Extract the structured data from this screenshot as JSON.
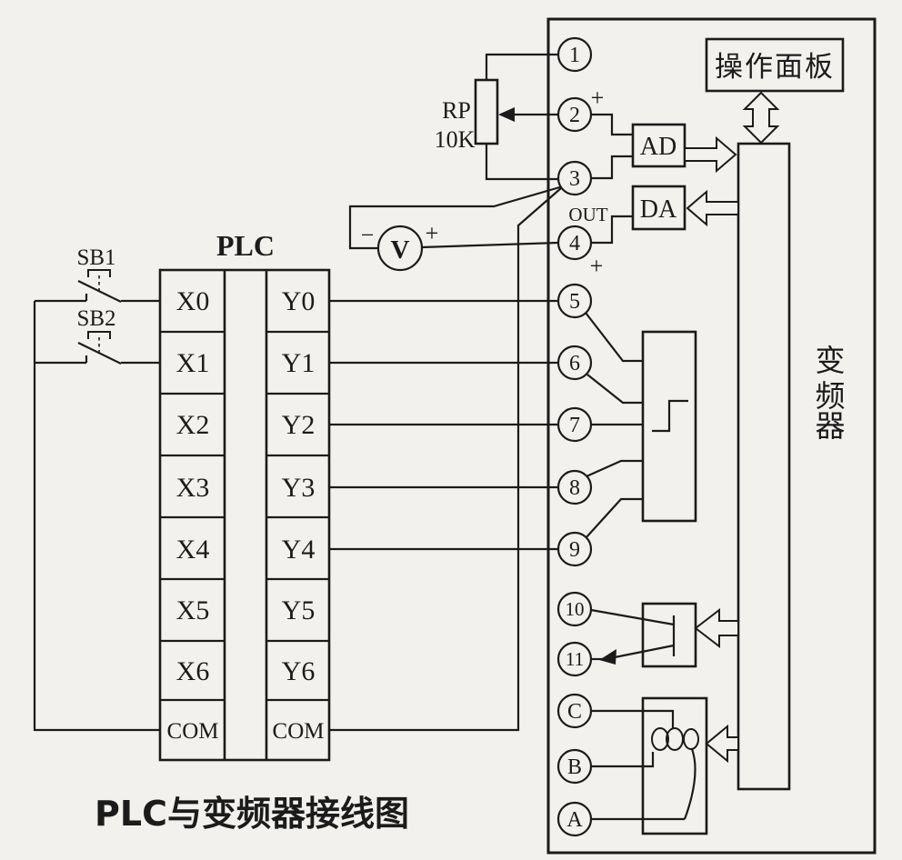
{
  "title": "PLC与变频器接线图",
  "plc": {
    "label": "PLC",
    "x_labels": [
      "X0",
      "X1",
      "X2",
      "X3",
      "X4",
      "X5",
      "X6",
      "COM"
    ],
    "y_labels": [
      "Y0",
      "Y1",
      "Y2",
      "Y3",
      "Y4",
      "Y5",
      "Y6",
      "COM"
    ]
  },
  "buttons": {
    "sb1": "SB1",
    "sb2": "SB2"
  },
  "potentiometer": {
    "name": "RP",
    "value": "10K"
  },
  "voltmeter": {
    "label": "V",
    "minus": "−",
    "plus": "+"
  },
  "terminals": [
    "1",
    "2",
    "3",
    "4",
    "5",
    "6",
    "7",
    "8",
    "9",
    "10",
    "11",
    "C",
    "B",
    "A"
  ],
  "annotations": {
    "plus_t2": "+",
    "plus_t4": "+",
    "out": "OUT"
  },
  "blocks": {
    "ad": "AD",
    "da": "DA",
    "panel": "操作面板"
  },
  "inverter": {
    "label": "变频器",
    "chars": [
      "变",
      "频",
      "器"
    ]
  },
  "colors": {
    "plc_label": "#a13a56",
    "inverter_label": "#9e3391",
    "line": "#1b1b1b",
    "background": "#f2f1ee"
  }
}
